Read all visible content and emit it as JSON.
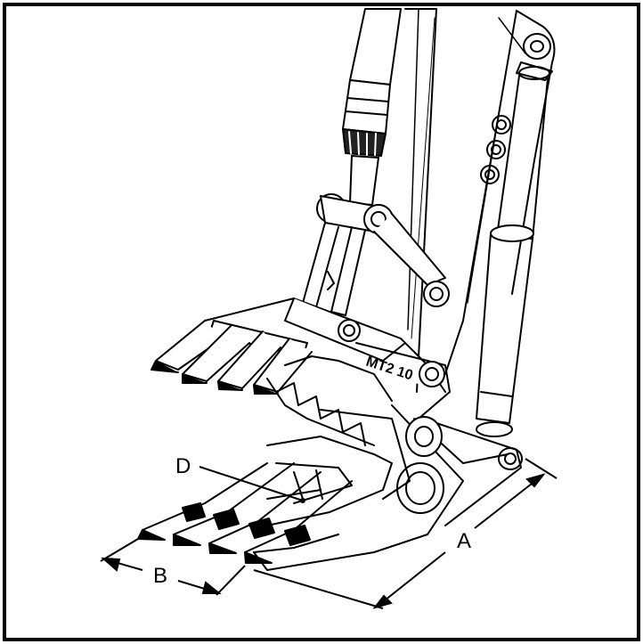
{
  "figure": {
    "labels": {
      "a": "A",
      "b": "B",
      "d": "D"
    },
    "brand_mark": "MT2 10",
    "colors": {
      "ink": "#000000",
      "paper": "#ffffff"
    }
  }
}
